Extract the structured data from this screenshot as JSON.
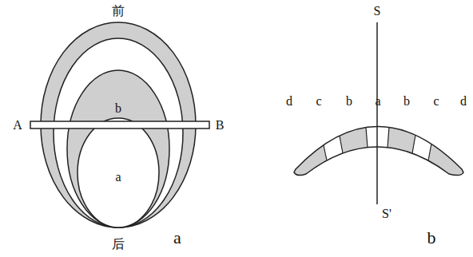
{
  "diagram": {
    "nodes": [
      {
        "text": [
          "d"
        ]
      },
      {
        "text": [
          "c"
        ],
        "in": 0
      },
      {
        "text": [
          "b"
        ],
        "in": 1
      },
      {
        "text": [
          "a"
        ],
        "in": 2
      }
    ],
    "labels": [
      "前",
      "后",
      "A",
      "B",
      "a",
      "S",
      "S'",
      "d",
      "c",
      "b",
      "a",
      "b",
      "c",
      "d",
      "b"
    ]
  }
}
